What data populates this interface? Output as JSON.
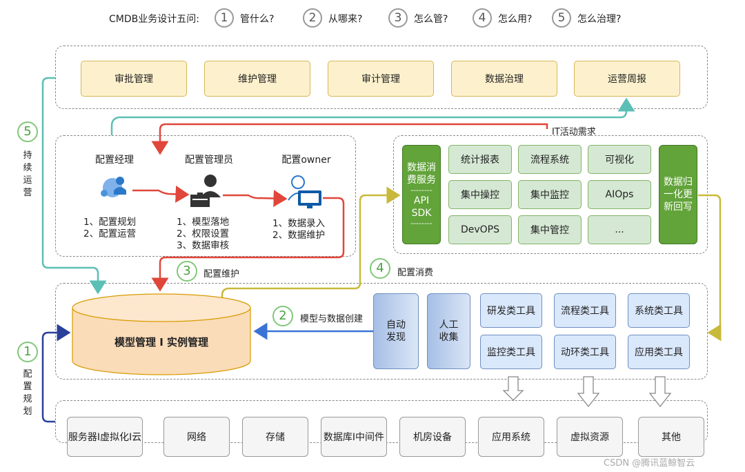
{
  "header": {
    "title": "CMDB业务设计五问:",
    "questions": [
      {
        "num": "1",
        "text": "管什么?"
      },
      {
        "num": "2",
        "text": "从哪来?"
      },
      {
        "num": "3",
        "text": "怎么管?"
      },
      {
        "num": "4",
        "text": "怎么用?"
      },
      {
        "num": "5",
        "text": "怎么治理?"
      }
    ]
  },
  "governance": [
    "审批管理",
    "维护管理",
    "审计管理",
    "数据治理",
    "运营周报"
  ],
  "roles": {
    "manager": {
      "title": "配置经理",
      "items": [
        "1、配置规划",
        "2、配置运营"
      ]
    },
    "admin": {
      "title": "配置管理员",
      "items": [
        "1、模型落地",
        "2、权限设置",
        "3、数据审核"
      ]
    },
    "owner": {
      "title": "配置owner",
      "items": [
        "1、数据录入",
        "2、数据维护"
      ]
    }
  },
  "consumption": {
    "left_box": {
      "line1": "数据消",
      "line2": "费服务",
      "sep": "--------",
      "line3": "API",
      "line4": "SDK",
      "sep2": "--------"
    },
    "grid": [
      "统计报表",
      "流程系统",
      "可视化",
      "集中操控",
      "集中监控",
      "AIOps",
      "DevOPS",
      "集中管控",
      "..."
    ],
    "right_box": {
      "line1": "数据归",
      "line2": "一化更",
      "line3": "新回写"
    }
  },
  "it_demand": "IT活动需求",
  "steps": {
    "s1": {
      "num": "1",
      "label": [
        "配",
        "置",
        "规",
        "划"
      ]
    },
    "s2": {
      "num": "2",
      "label": "模型与数据创建"
    },
    "s3": {
      "num": "3",
      "label": "配置维护"
    },
    "s4": {
      "num": "4",
      "label": "配置消费"
    },
    "s5": {
      "num": "5",
      "label": [
        "持",
        "续",
        "运",
        "营"
      ]
    }
  },
  "core": {
    "db_label": "模型管理 I 实例管理",
    "auto": {
      "line1": "自动",
      "line2": "发现"
    },
    "manual": {
      "line1": "人工",
      "line2": "收集"
    },
    "tools": [
      "研发类工具",
      "流程类工具",
      "系统类工具",
      "监控类工具",
      "动环类工具",
      "应用类工具"
    ]
  },
  "resources": [
    "服务器I虚拟化I云",
    "网络",
    "存储",
    "数据库I中间件",
    "机房设备",
    "应用系统",
    "虚拟资源",
    "其他"
  ],
  "watermark": "CSDN @腾讯蓝鲸智云",
  "colors": {
    "red": "#e0463a",
    "teal": "#5bbfb5",
    "navy": "#2a3f9a",
    "blue": "#3a73d6",
    "olive": "#c9b93a"
  }
}
